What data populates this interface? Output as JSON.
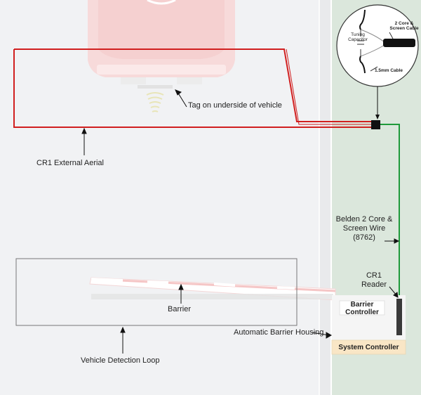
{
  "labels": {
    "tag": "Tag on underside of vehicle",
    "aerial": "CR1 External Aerial",
    "belden_line1": "Belden 2 Core &",
    "belden_line2": "Screen Wire",
    "belden_line3": "(8762)",
    "reader_line1": "CR1",
    "reader_line2": "Reader",
    "barrier": "Barrier",
    "barrier_controller_line1": "Barrier",
    "barrier_controller_line2": "Controller",
    "housing": "Automatic Barrier Housing",
    "system_controller": "System Controller",
    "loop": "Vehicle Detection Loop"
  },
  "inset": {
    "cable_line1": "2 Core &",
    "cable_line2": "Screen Cable",
    "capacitor_line1": "Tuning",
    "capacitor_line2": "Capacitor",
    "mm_cable": "1.5mm Cable"
  },
  "colors": {
    "background": "#f1f2f4",
    "green_strip": "#dbe7dc",
    "aerial_red": "#d11f1f",
    "wire_green": "#1f9a3b",
    "system_controller_fill": "#f9e6c6",
    "vehicle": "#f7dada"
  }
}
